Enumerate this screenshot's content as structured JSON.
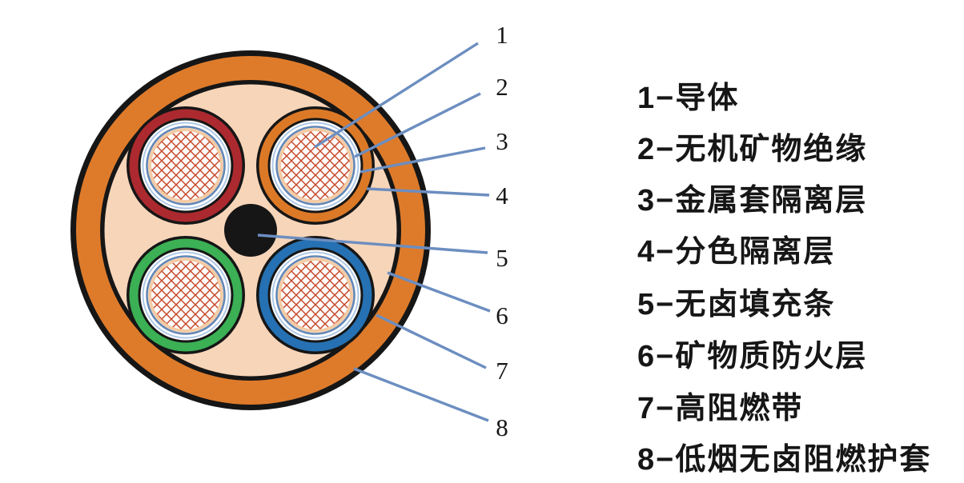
{
  "diagram": {
    "type": "cable-cross-section",
    "description": "四芯矿物绝缘防火电缆截面图",
    "callouts": [
      {
        "num": "1",
        "part": "导体"
      },
      {
        "num": "2",
        "part": "无机矿物绝缘"
      },
      {
        "num": "3",
        "part": "金属套隔离层"
      },
      {
        "num": "4",
        "part": "分色隔离层"
      },
      {
        "num": "5",
        "part": "无卤填充条"
      },
      {
        "num": "6",
        "part": "矿物质防火层"
      },
      {
        "num": "7",
        "part": "高阻燃带"
      },
      {
        "num": "8",
        "part": "低烟无卤阻燃护套"
      }
    ],
    "core_ring_colors": [
      "red",
      "orange",
      "green",
      "blue"
    ]
  },
  "legend": {
    "items": [
      {
        "text": "1−导体"
      },
      {
        "text": "2−无机矿物绝缘"
      },
      {
        "text": "3−金属套隔离层"
      },
      {
        "text": "4−分色隔离层"
      },
      {
        "text": "5−无卤填充条"
      },
      {
        "text": "6−矿物质防火层"
      },
      {
        "text": "7−高阻燃带"
      },
      {
        "text": "8−低烟无卤阻燃护套"
      }
    ]
  },
  "colors": {
    "ink": "#161616",
    "sheath-orange": "#DE7B2B",
    "filler-peach": "#F7D5B9",
    "core-peach": "#F3CBA5",
    "ring-red": "#AC2A2F",
    "ring-orange": "#DC7927",
    "ring-green": "#3BB054",
    "ring-blue": "#2571B3",
    "steel-blue": "#6287B7",
    "light-blue": "#AEC8E6",
    "hatch-red": "#C7492B",
    "leader-blue": "#6C8EC0"
  }
}
